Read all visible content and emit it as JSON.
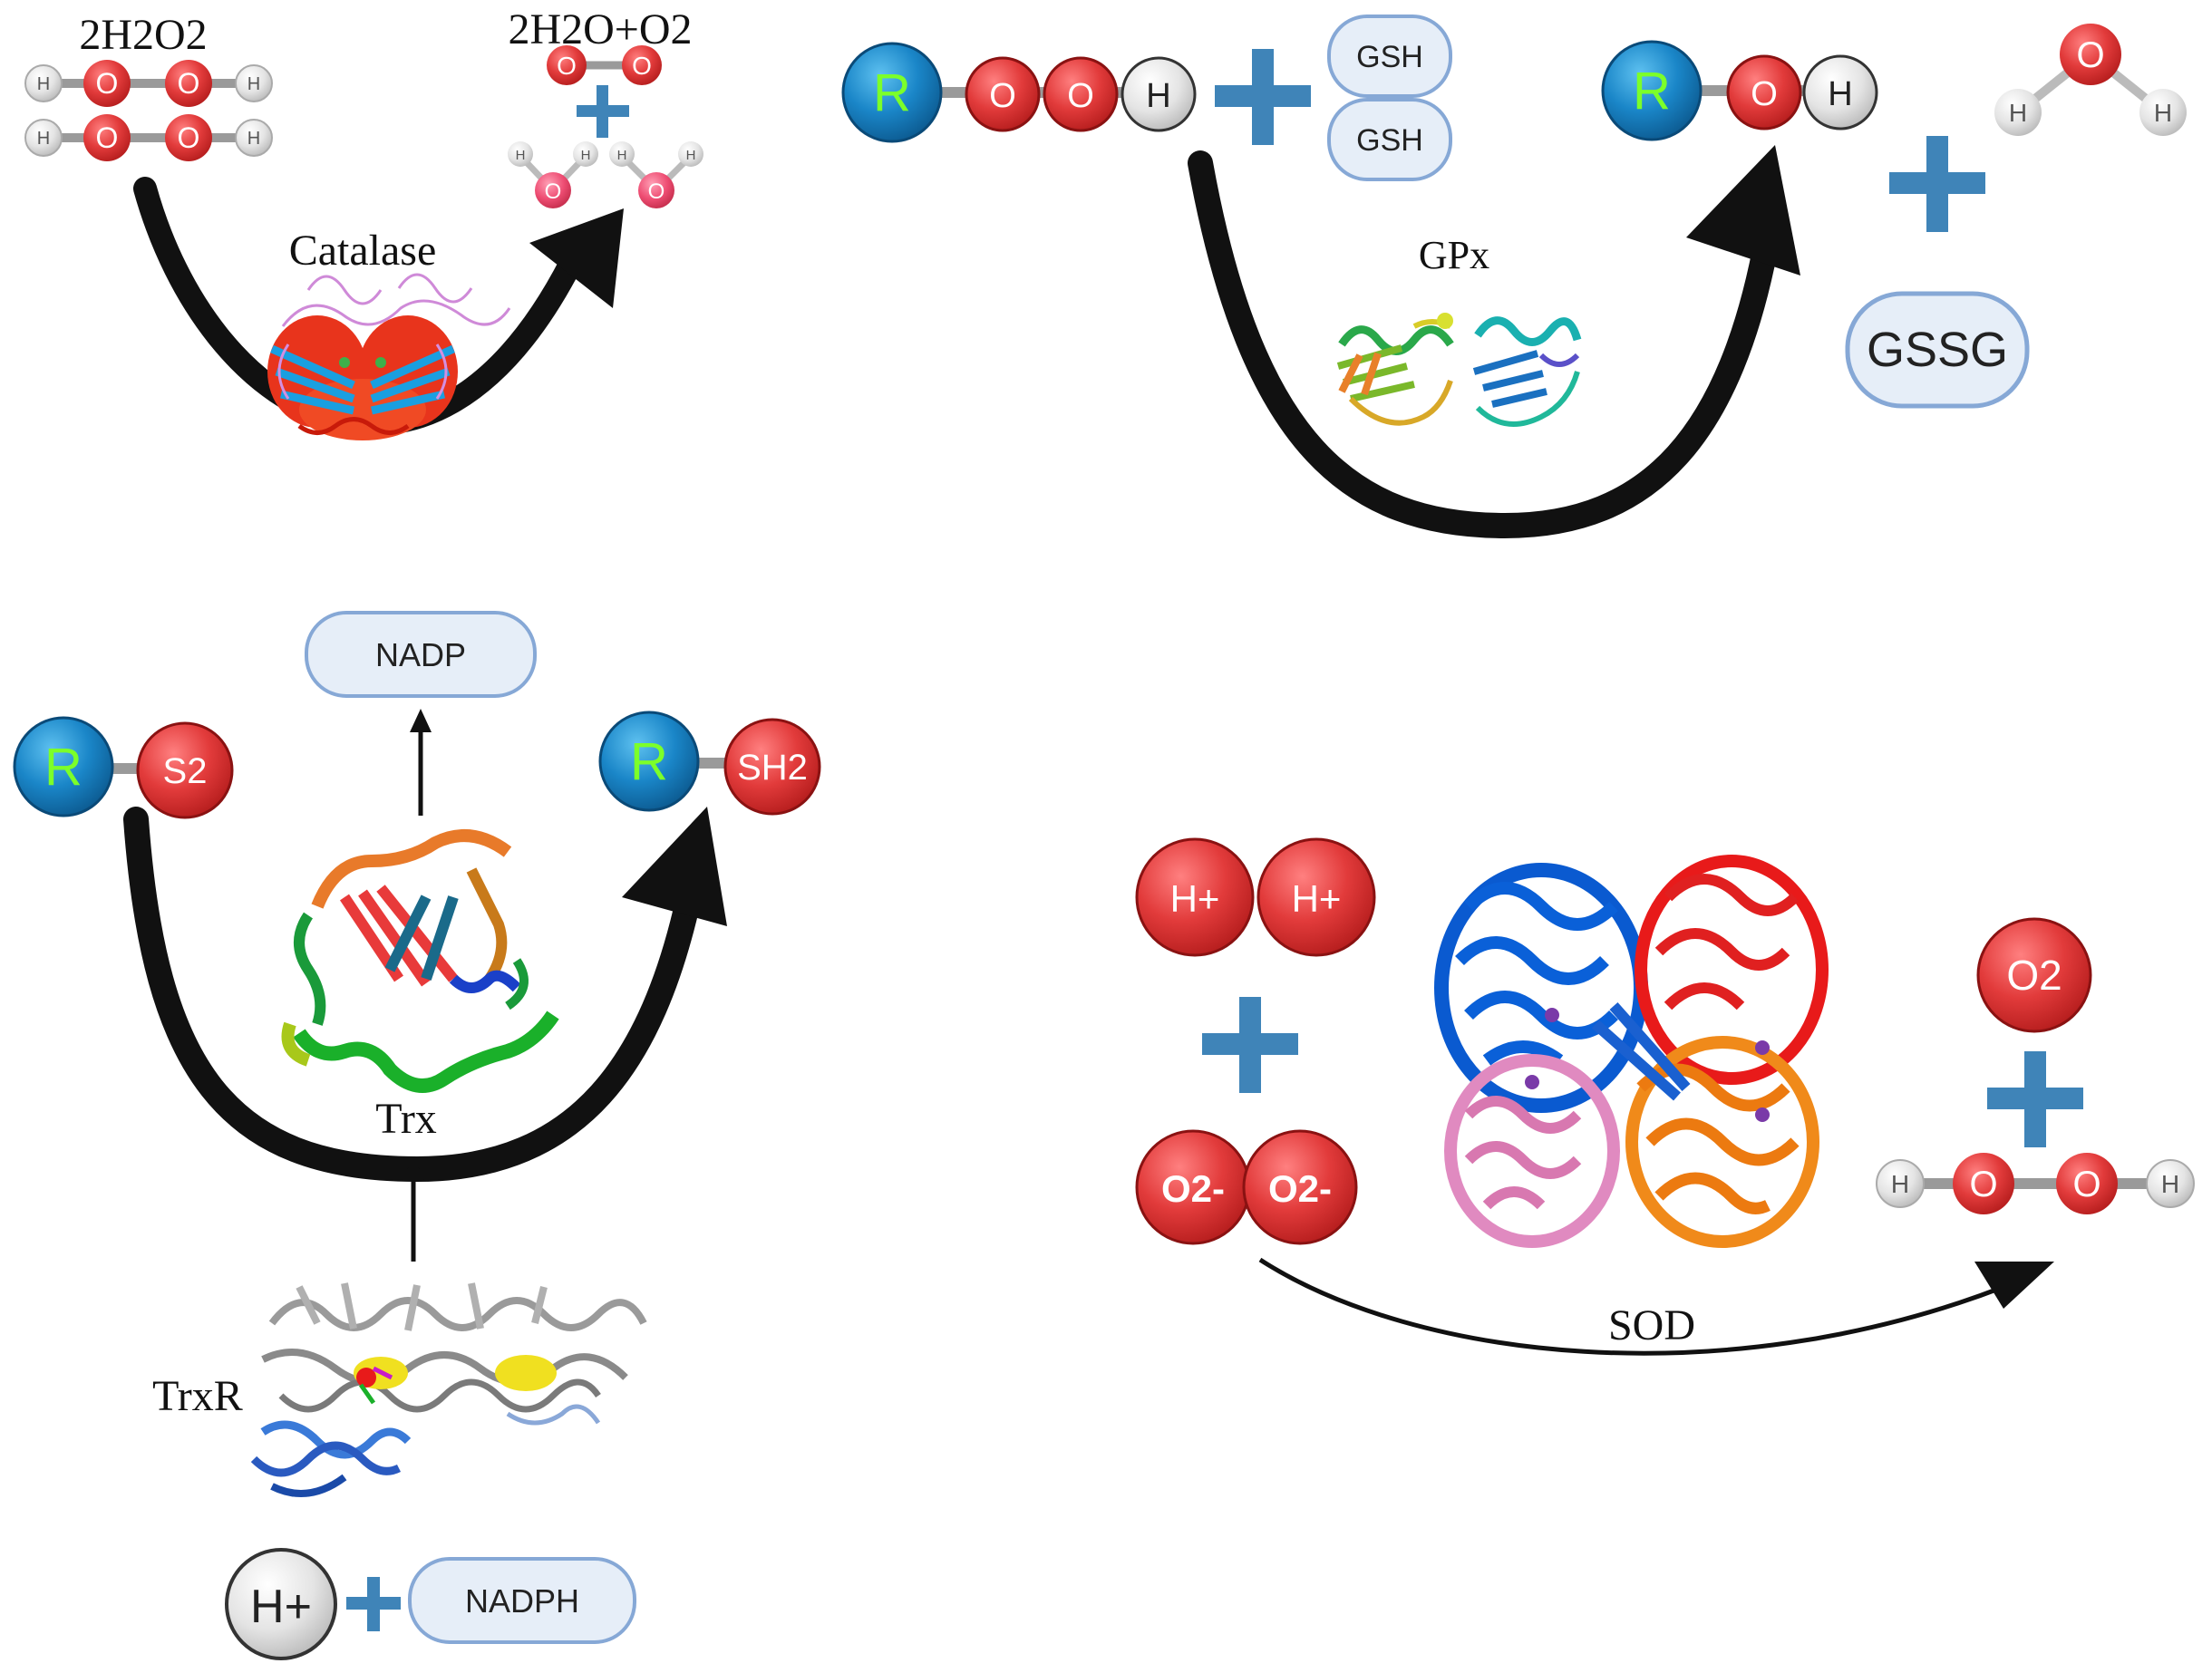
{
  "catalase": {
    "substrate": "2H2O2",
    "product": "2H2O+O2",
    "enzyme": "Catalase",
    "atom_o": "O",
    "atom_h": "H"
  },
  "gpx": {
    "r": "R",
    "o": "O",
    "h": "H",
    "gsh_top": "GSH",
    "gsh_bottom": "GSH",
    "enzyme": "GPx",
    "gssg": "GSSG"
  },
  "trx": {
    "nadp": "NADP",
    "r_left": "R",
    "s2": "S2",
    "r_right": "R",
    "sh2": "SH2",
    "enzyme": "Trx",
    "reductase": "TrxR",
    "h_plus": "H+",
    "nadph": "NADPH"
  },
  "sod": {
    "h_plus_1": "H+",
    "h_plus_2": "H+",
    "superoxide_1": "O2-",
    "superoxide_2": "O2-",
    "o2": "O2",
    "enzyme": "SOD",
    "atom_o": "O",
    "atom_h": "H"
  },
  "colors": {
    "oxygen_red": "#e23b3b",
    "r_blue": "#1a86c8",
    "r_letter_green": "#7cff2a",
    "plus_blue": "#3f84b8",
    "pill_fill": "#e6eef8",
    "pill_stroke": "#86a8d6",
    "hydrogen_grey": "#e4e4e4",
    "arrow_black": "#111111"
  }
}
